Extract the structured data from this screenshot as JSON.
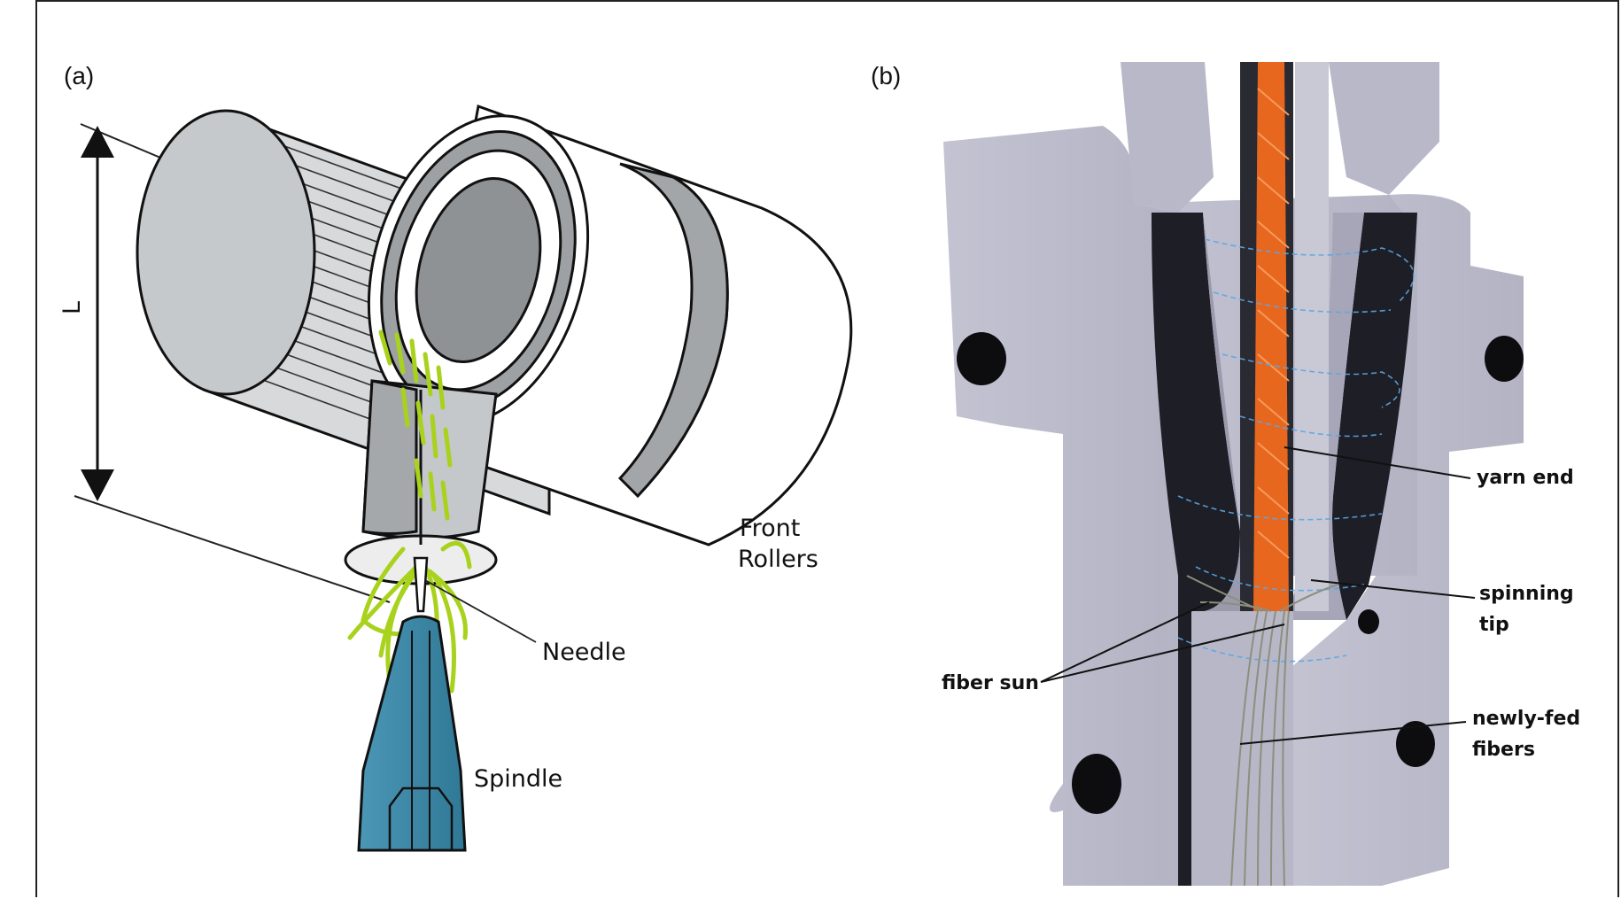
{
  "panel_a": {
    "label": "(a)",
    "dimension_label": "L",
    "callouts": {
      "front_rollers_1": "Front",
      "front_rollers_2": "Rollers",
      "needle": "Needle",
      "spindle": "Spindle"
    }
  },
  "panel_b": {
    "label": "(b)",
    "callouts": {
      "yarn_end": "yarn end",
      "spinning_tip_1": "spinning",
      "spinning_tip_2": "tip",
      "fiber_sun": "fiber sun",
      "newly_fed_1": "newly-fed",
      "newly_fed_2": "fibers"
    }
  },
  "colors": {
    "roller_grey": "#c6c9cb",
    "roller_dark": "#8e9294",
    "fiber_green": "#a8d21c",
    "spindle_blue": "#3d88a6",
    "housing": "#bfbfcf",
    "yarn_orange": "#e8671f",
    "fiber_blue": "#5aa7e6"
  }
}
